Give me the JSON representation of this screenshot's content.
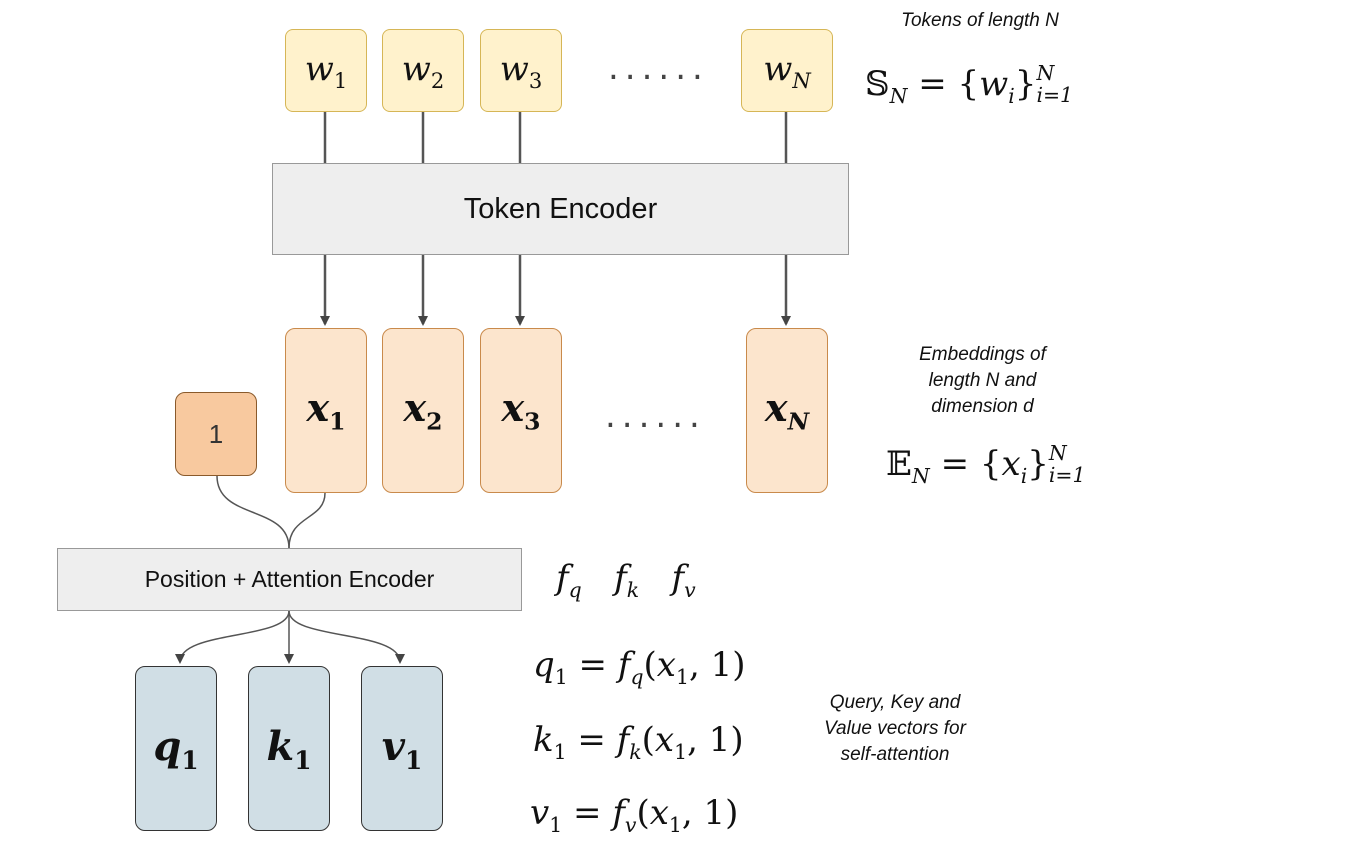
{
  "tokens": [
    {
      "base": "w",
      "sub": "1"
    },
    {
      "base": "w",
      "sub": "2"
    },
    {
      "base": "w",
      "sub": "3"
    },
    {
      "base": "w",
      "sub": "N"
    }
  ],
  "token_ellipsis": "......",
  "token_encoder_label": "Token Encoder",
  "embeddings": [
    {
      "base": "x",
      "sub": "1"
    },
    {
      "base": "x",
      "sub": "2"
    },
    {
      "base": "x",
      "sub": "3"
    },
    {
      "base": "x",
      "sub": "N"
    }
  ],
  "embedding_ellipsis": "......",
  "position_label": "1",
  "pos_encoder_label": "Position + Attention Encoder",
  "outputs": [
    {
      "base": "q",
      "sub": "1"
    },
    {
      "base": "k",
      "sub": "1"
    },
    {
      "base": "v",
      "sub": "1"
    }
  ],
  "notes": {
    "tokens": "Tokens of length N",
    "embeddings_line1": "Embeddings of",
    "embeddings_line2": "length N and",
    "embeddings_line3": "dimension d",
    "qkv_line1": "Query, Key and",
    "qkv_line2": "Value vectors for",
    "qkv_line3": "self-attention"
  },
  "equations": {
    "token_set": {
      "set": "𝕊",
      "set_sub": "N",
      "elem": "w",
      "elem_sub": "i",
      "upper": "N",
      "lower": "i=1"
    },
    "emb_set": {
      "set": "𝔼",
      "set_sub": "N",
      "elem": "x",
      "elem_sub": "i",
      "upper": "N",
      "lower": "i=1"
    },
    "functions": [
      "q",
      "k",
      "v"
    ],
    "fn_base": "f",
    "q_eq": "q",
    "k_eq": "k",
    "v_eq": "v",
    "eq_sub": "1",
    "eq_arg_x": "x",
    "eq_arg_sub": "1",
    "eq_arg_pos": "1"
  },
  "colors": {
    "token_fill": "#fff2cc",
    "embedding_fill": "#fce5cd",
    "position_fill": "#f8c99f",
    "qkv_fill": "#d0dee5",
    "encoder_fill": "#eeeeee"
  }
}
